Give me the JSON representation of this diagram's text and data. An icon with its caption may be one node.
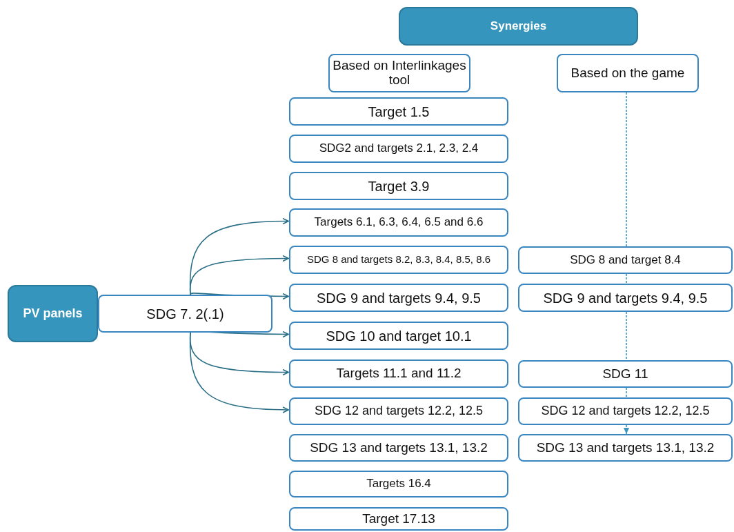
{
  "diagram": {
    "nodes": [
      {
        "text": [
          "Synergies"
        ]
      },
      {
        "text": [
          "Based on Interlinkages tool"
        ]
      },
      {
        "text": [
          "Based on the game"
        ]
      },
      {
        "text": [
          "Target 1.5"
        ]
      },
      {
        "text": [
          "SDG2 and targets 2.1, 2.3, 2.4"
        ]
      },
      {
        "text": [
          "Target 3.9"
        ]
      },
      {
        "text": [
          "Targets 6.1, 6.3, 6.4, 6.5 and 6.6"
        ]
      },
      {
        "text": [
          "SDG 8 and targets 8.2, 8.3, 8.4, 8.5, 8.6"
        ]
      },
      {
        "text": [
          "SDG 8 and target 8.4"
        ]
      },
      {
        "text": [
          "SDG 9 and targets 9.4, 9.5"
        ]
      },
      {
        "text": [
          "SDG 9 and targets 9.4, 9.5"
        ]
      },
      {
        "text": [
          "SDG 10 and target 10.1"
        ]
      },
      {
        "text": [
          "Targets 11.1 and 11.2"
        ]
      },
      {
        "text": [
          "SDG 11"
        ]
      },
      {
        "text": [
          "SDG 12 and targets 12.2, 12.5"
        ]
      },
      {
        "text": [
          "SDG 12 and targets 12.2, 12.5"
        ]
      },
      {
        "text": [
          "SDG 13 and targets 13.1, 13.2"
        ]
      },
      {
        "text": [
          "SDG 13 and targets 13.1, 13.2"
        ]
      },
      {
        "text": [
          "Targets 16.4"
        ]
      },
      {
        "text": [
          "Target 17.13"
        ]
      },
      {
        "text": [
          "PV panels"
        ]
      },
      {
        "text": [
          "SDG 7. 2(.1)"
        ]
      }
    ],
    "edges": [
      {
        "from": 21,
        "to": 6,
        "arrow": "to"
      },
      {
        "from": 21,
        "to": 7,
        "arrow": "to"
      },
      {
        "from": 21,
        "to": 9,
        "arrow": "to"
      },
      {
        "from": 21,
        "to": 11,
        "arrow": "to"
      },
      {
        "from": 21,
        "to": 12,
        "arrow": "to"
      },
      {
        "from": 21,
        "to": 14,
        "arrow": "to"
      },
      {
        "from": 2,
        "to": 8,
        "arrow": "none",
        "style": "dashed",
        "color": "#3a96c0"
      },
      {
        "from": 8,
        "to": 10,
        "arrow": "none",
        "style": "dashed",
        "color": "#3a96c0"
      },
      {
        "from": 10,
        "to": 13,
        "arrow": "none",
        "style": "dashed",
        "color": "#3a96c0"
      },
      {
        "from": 13,
        "to": 15,
        "arrow": "none",
        "style": "dashed",
        "color": "#3a96c0"
      },
      {
        "from": 15,
        "to": 17,
        "arrow": "to",
        "style": "dashed",
        "color": "#3a96c0"
      }
    ]
  }
}
